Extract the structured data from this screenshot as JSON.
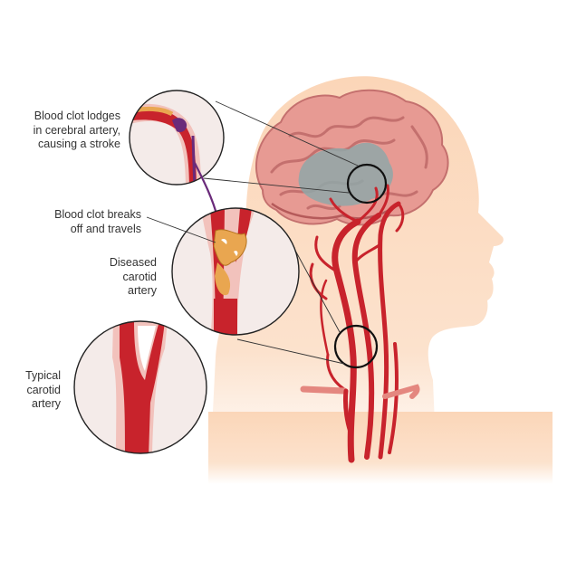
{
  "labels": {
    "stroke": [
      "Blood clot lodges",
      "in cerebral artery,",
      "causing a stroke"
    ],
    "travel": [
      "Blood clot breaks",
      "off and travels"
    ],
    "diseased": [
      "Diseased",
      "carotid",
      "artery"
    ],
    "typical": [
      "Typical",
      "carotid",
      "artery"
    ]
  },
  "colors": {
    "skin": "#fbd6b8",
    "brain": "#e79a93",
    "brain_fold": "#c4706e",
    "stroke_area": "#8fa7a8",
    "artery": "#c8232c",
    "artery_dark": "#9b1b22",
    "artery_light": "#f2c2bc",
    "plaque": "#e9a650",
    "clot": "#6a2a7a",
    "inset_bg": "#f4ebe9",
    "leader": "#333333"
  }
}
